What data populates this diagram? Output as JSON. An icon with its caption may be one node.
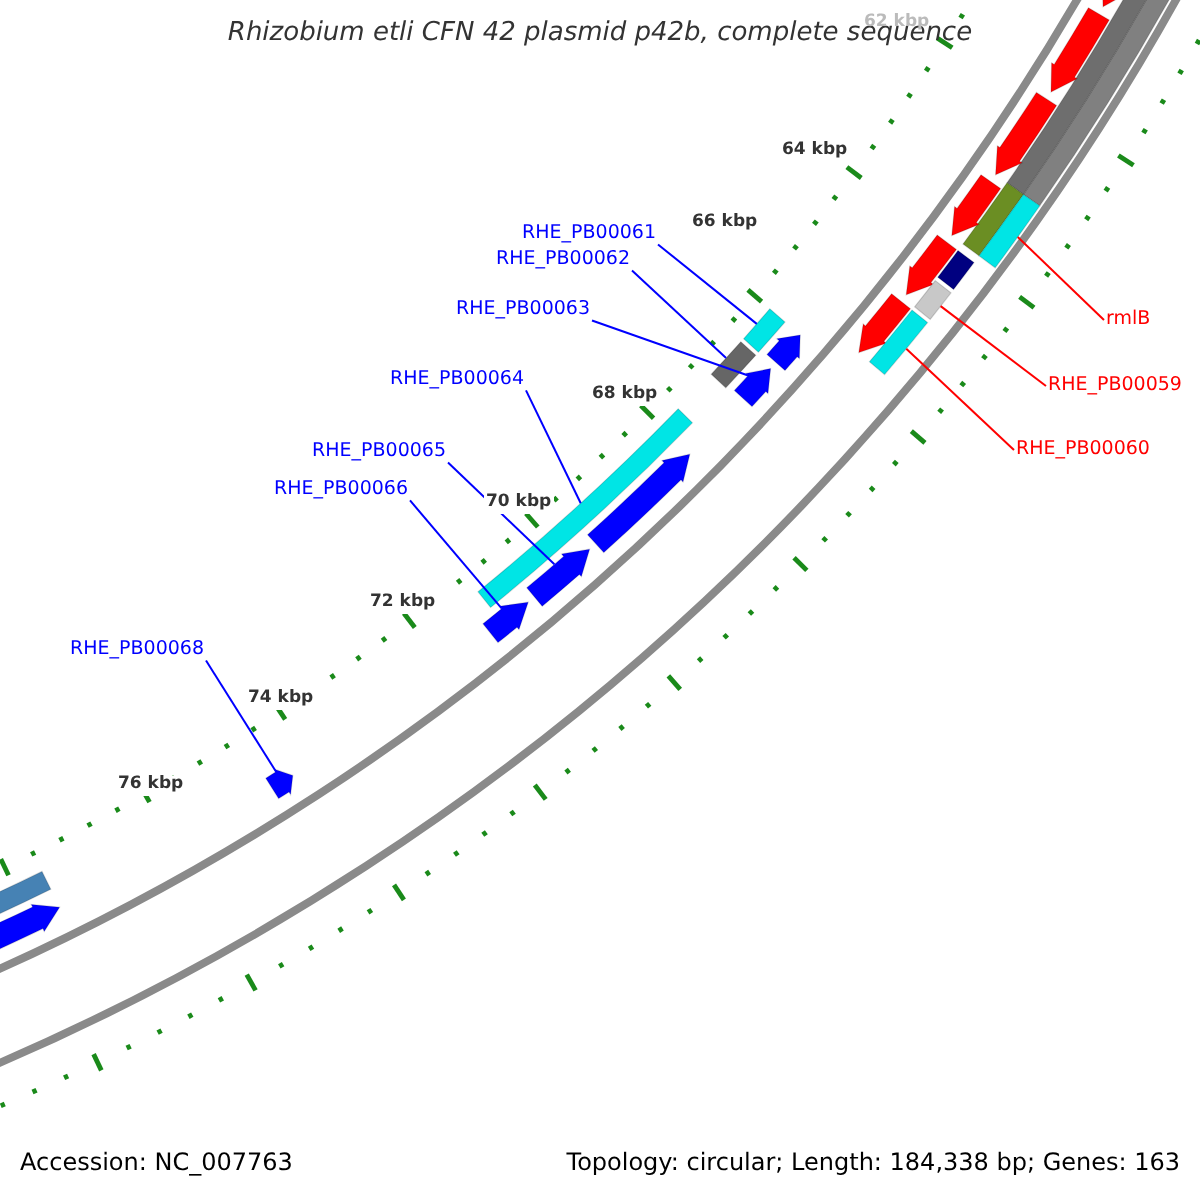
{
  "diagram": {
    "title": "Rhizobium etli CFN 42 plasmid p42b, complete sequence",
    "nodes": [
      {
        "text": [
          "RHE_PB00061"
        ]
      },
      {
        "text": [
          "RHE_PB00062"
        ]
      },
      {
        "text": [
          "RHE_PB00063"
        ]
      },
      {
        "text": [
          "RHE_PB00064"
        ]
      },
      {
        "text": [
          "RHE_PB00065"
        ]
      },
      {
        "text": [
          "RHE_PB00066"
        ]
      },
      {
        "text": [
          "RHE_PB00068"
        ]
      },
      {
        "text": [
          "rmlB"
        ]
      },
      {
        "text": [
          "RHE_PB00059"
        ]
      },
      {
        "text": [
          "RHE_PB00060"
        ]
      },
      {
        "text": [],
        "shape": "bar"
      },
      {
        "text": [],
        "shape": "bar"
      },
      {
        "text": [],
        "shape": "arrow"
      },
      {
        "text": [],
        "shape": "bar"
      },
      {
        "text": [],
        "shape": "arrow"
      },
      {
        "text": [],
        "shape": "arrow"
      },
      {
        "text": [],
        "shape": "arrow"
      },
      {
        "text": [],
        "shape": "bar"
      },
      {
        "text": [],
        "shape": "bar"
      },
      {
        "text": [],
        "shape": "bar"
      },
      {
        "text": [],
        "shape": "arrow"
      }
    ],
    "edges": [
      {
        "from": 0,
        "to": 10,
        "arrow": "none"
      },
      {
        "from": 1,
        "to": 11,
        "arrow": "none"
      },
      {
        "from": 2,
        "to": 12,
        "arrow": "none"
      },
      {
        "from": 3,
        "to": 13,
        "arrow": "none"
      },
      {
        "from": 4,
        "to": 14,
        "arrow": "none"
      },
      {
        "from": 5,
        "to": 15,
        "arrow": "none"
      },
      {
        "from": 6,
        "to": 16,
        "arrow": "none"
      },
      {
        "from": 7,
        "to": 17,
        "arrow": "none",
        "color": "#ff0000"
      },
      {
        "from": 8,
        "to": 18,
        "arrow": "none",
        "color": "#ff0000"
      },
      {
        "from": 9,
        "to": 19,
        "arrow": "none",
        "color": "#ff0000"
      }
    ],
    "labels": [
      "62 kbp",
      "64 kbp",
      "66 kbp",
      "68 kbp",
      "70 kbp",
      "72 kbp",
      "74 kbp",
      "76 kbp",
      "Accession: NC_007763",
      "Topology: circular; Length: 184,338 bp; Genes: 163"
    ]
  }
}
